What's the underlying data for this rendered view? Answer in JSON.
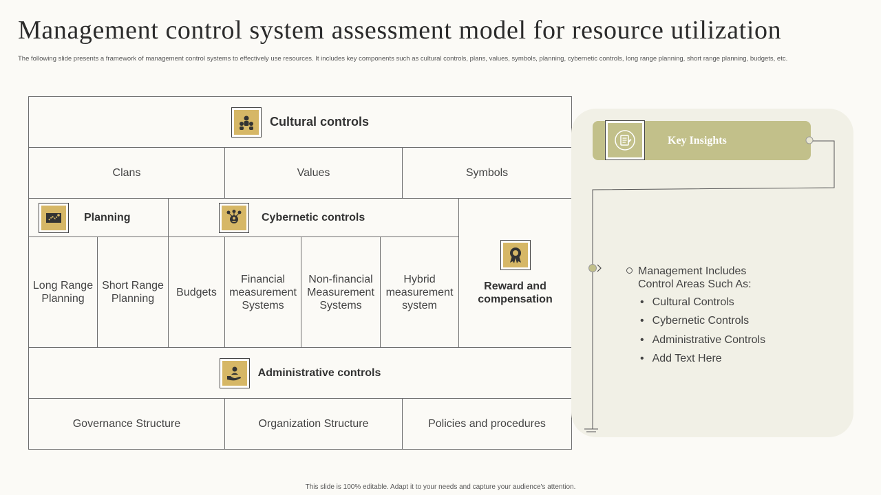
{
  "slide": {
    "title": "Management control system assessment model for resource utilization",
    "subtitle": "The following slide presents a framework of management control systems to effectively use resources. It includes key components such as cultural controls, plans, values, symbols, planning, cybernetic controls, long range planning, short range planning, budgets, etc.",
    "footer": "This slide is 100% editable. Adapt it to your needs and capture your audience's attention."
  },
  "framework": {
    "cultural": {
      "title": "Cultural controls",
      "icon": "team-icon",
      "items": [
        "Clans",
        "Values",
        "Symbols"
      ]
    },
    "planning": {
      "title": "Planning",
      "icon": "map-icon",
      "items": [
        "Long Range Planning",
        "Short Range Planning",
        "Budgets"
      ]
    },
    "cybernetic": {
      "title": "Cybernetic controls",
      "icon": "network-icon",
      "items": [
        "Financial measurement Systems",
        "Non-financial Measurement Systems",
        "Hybrid measurement system"
      ]
    },
    "reward": {
      "title": "Reward and compensation",
      "icon": "award-badge-icon"
    },
    "administrative": {
      "title": "Administrative controls",
      "icon": "hand-care-icon",
      "items": [
        "Governance Structure",
        "Organization Structure",
        "Policies and procedures"
      ]
    }
  },
  "insights": {
    "title": "Key Insights",
    "icon": "notes-icon",
    "heading": "Management Includes Control Areas Such As:",
    "items": [
      "Cultural Controls",
      "Cybernetic Controls",
      "Administrative Controls",
      "Add Text Here"
    ]
  },
  "colors": {
    "accent_gold": "#d6b766",
    "accent_olive": "#c2c08a",
    "panel_bg": "#f1f0e6"
  }
}
